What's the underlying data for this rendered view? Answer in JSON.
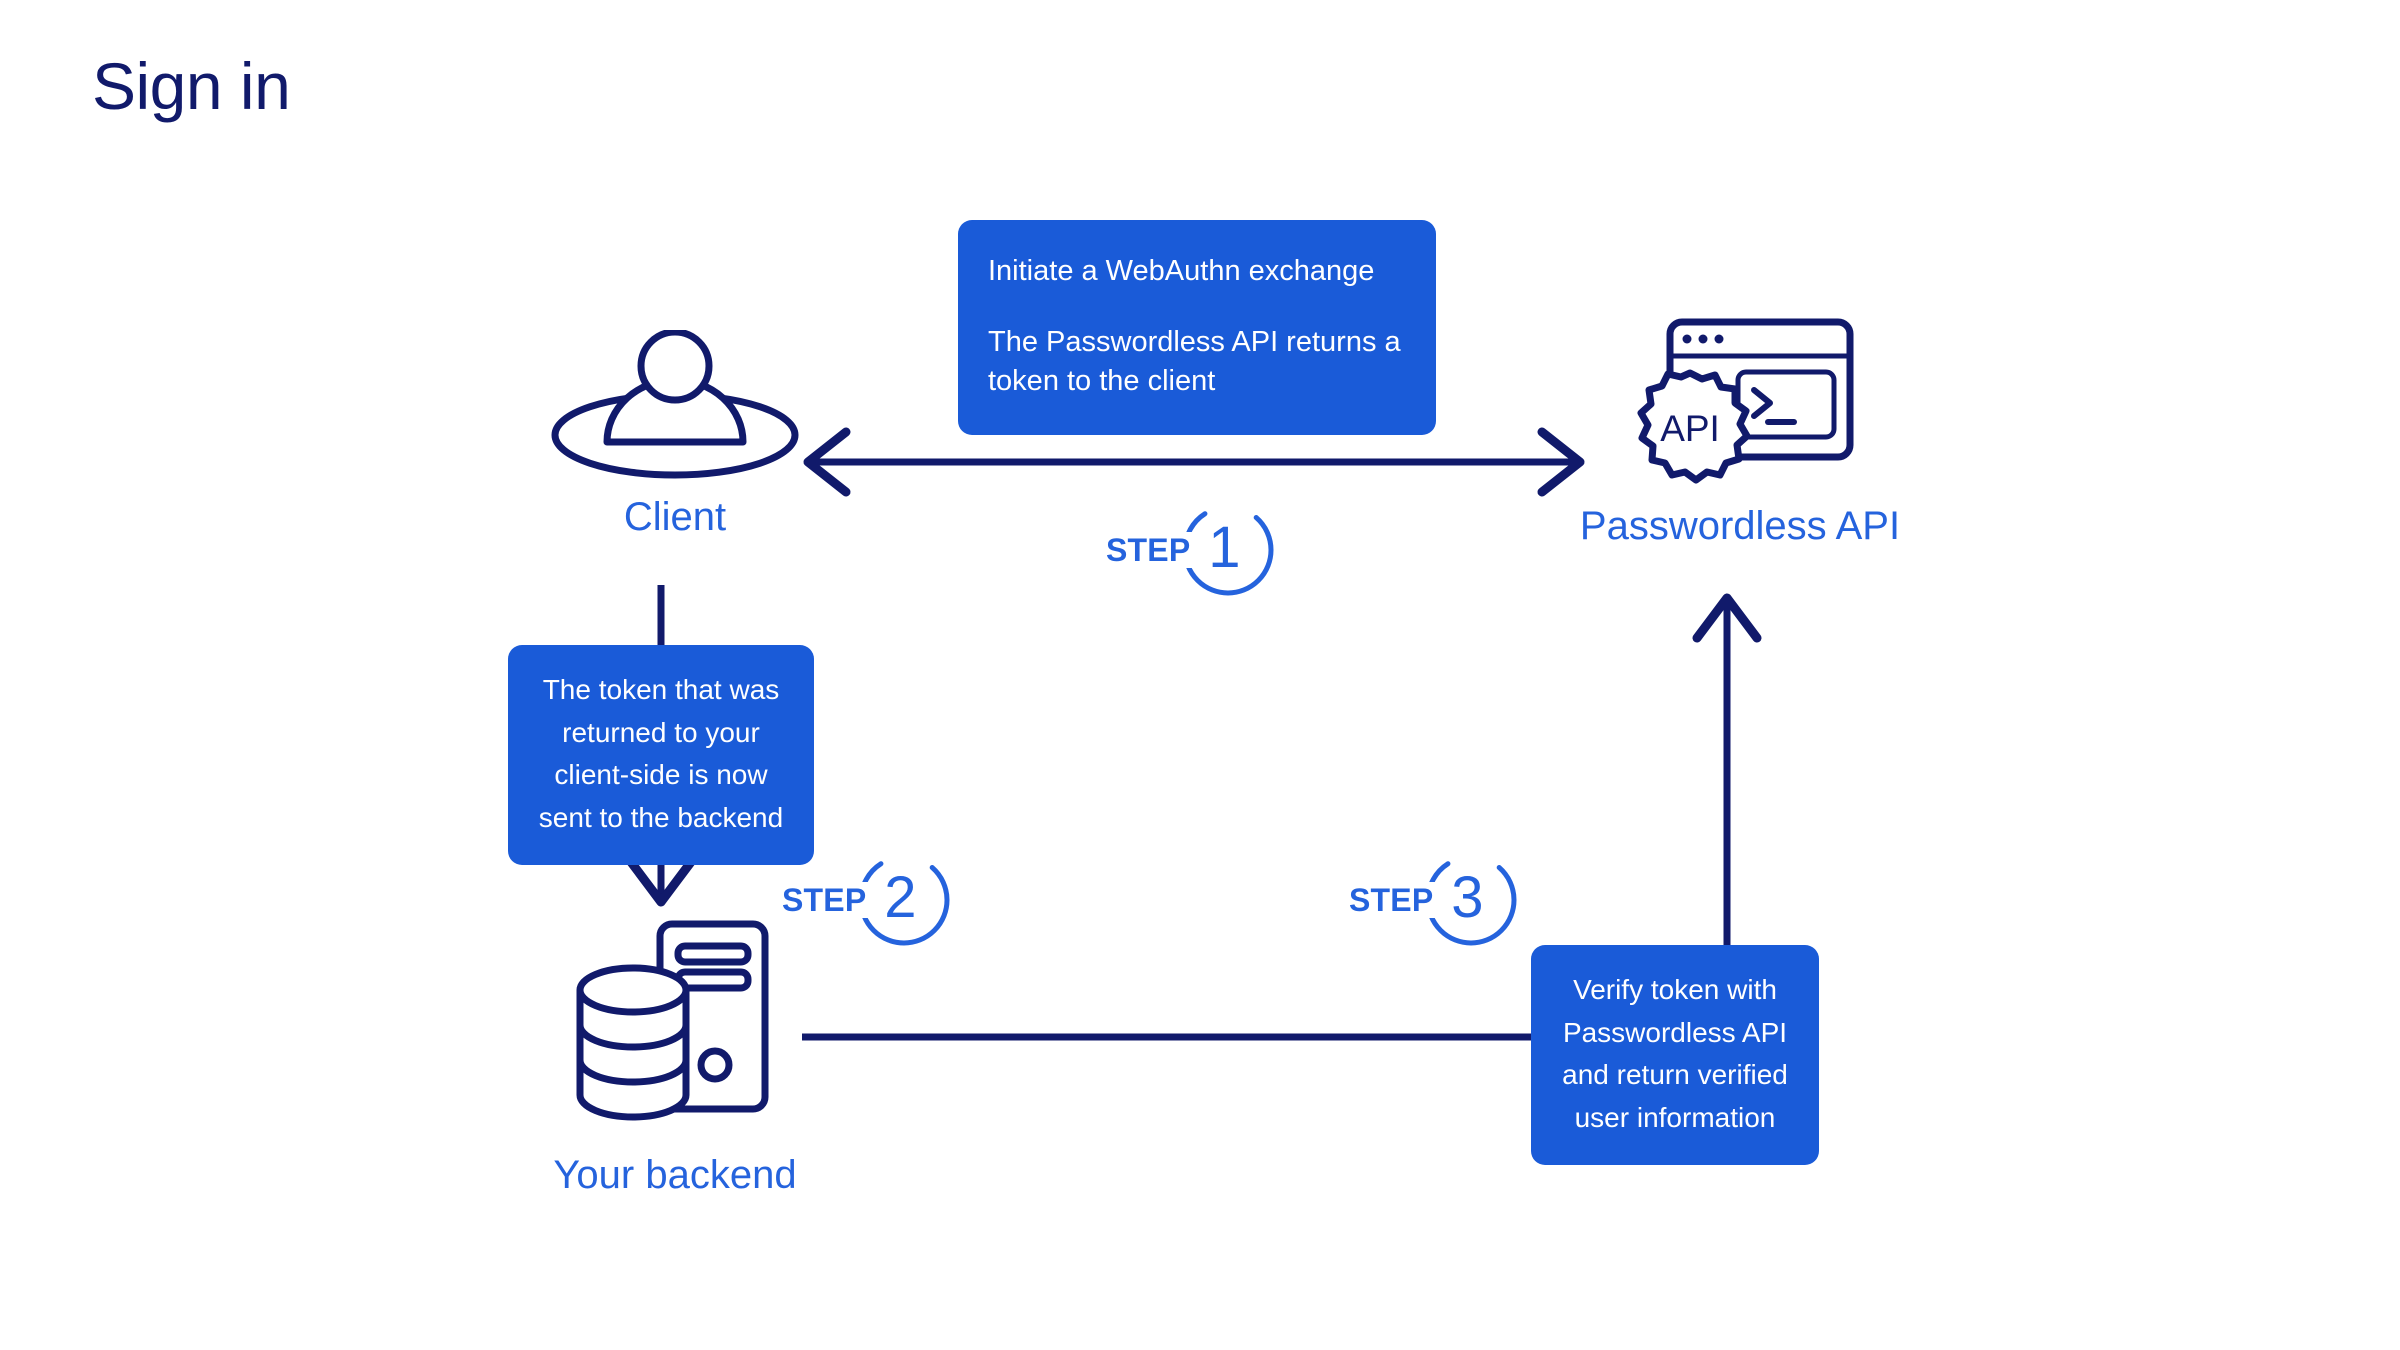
{
  "page": {
    "title": "Sign in",
    "background": "#ffffff",
    "navy": "#111a6b",
    "accent_blue": "#2563dd",
    "callout_blue": "#1a5bd8"
  },
  "nodes": [
    {
      "id": "client",
      "label": "Client",
      "icon": "person-in-ellipse-icon"
    },
    {
      "id": "api",
      "label": "Passwordless API",
      "icon": "api-gear-terminal-icon"
    },
    {
      "id": "backend",
      "label": "Your backend",
      "icon": "server-database-icon"
    }
  ],
  "callouts": [
    {
      "id": "callout-1",
      "lines": [
        "Initiate a WebAuthn exchange",
        "The Passwordless API returns a token to the client"
      ]
    },
    {
      "id": "callout-2",
      "lines": [
        "The token that was returned to your client-side is now sent to the backend"
      ]
    },
    {
      "id": "callout-3",
      "lines": [
        "Verify token with Passwordless API and return verified user information"
      ]
    }
  ],
  "steps": [
    {
      "id": "step-1",
      "word": "STEP",
      "number": "1"
    },
    {
      "id": "step-2",
      "word": "STEP",
      "number": "2"
    },
    {
      "id": "step-3",
      "word": "STEP",
      "number": "3"
    }
  ],
  "connectors": [
    {
      "id": "client-api",
      "from": "Client",
      "to": "Passwordless API",
      "direction": "bidirectional"
    },
    {
      "id": "client-backend",
      "from": "Client",
      "to": "Your backend",
      "direction": "down"
    },
    {
      "id": "backend-callout",
      "from": "Your backend",
      "to": "Verify callout",
      "direction": "none"
    },
    {
      "id": "callout-api",
      "from": "Verify callout",
      "to": "Passwordless API",
      "direction": "up"
    }
  ]
}
